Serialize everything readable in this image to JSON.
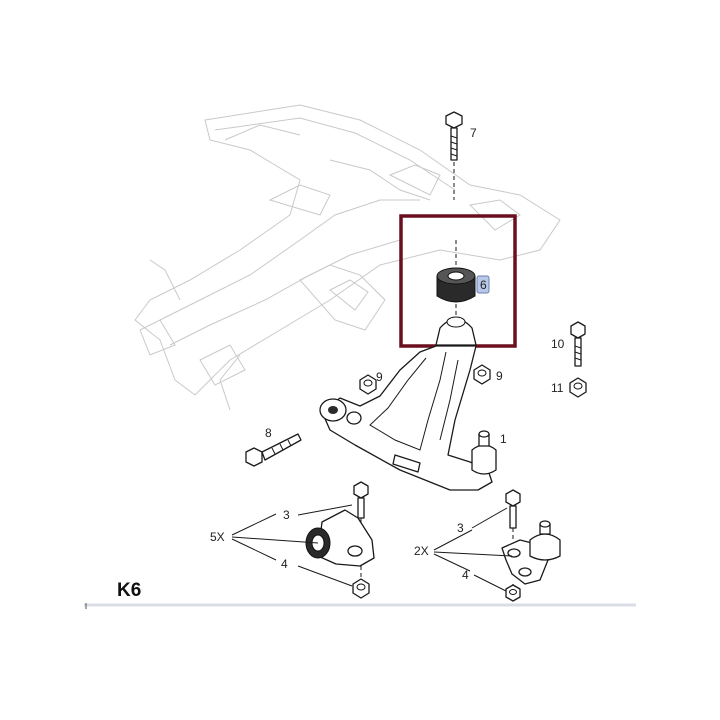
{
  "diagram": {
    "callouts": [
      {
        "id": "c7",
        "text": "7"
      },
      {
        "id": "c6",
        "text": "6"
      },
      {
        "id": "c10",
        "text": "10"
      },
      {
        "id": "c11",
        "text": "11"
      },
      {
        "id": "c9a",
        "text": "9"
      },
      {
        "id": "c9b",
        "text": "9"
      },
      {
        "id": "c1",
        "text": "1"
      },
      {
        "id": "c8",
        "text": "8"
      },
      {
        "id": "c3a",
        "text": "3"
      },
      {
        "id": "c5x",
        "text": "5X"
      },
      {
        "id": "c4a",
        "text": "4"
      },
      {
        "id": "c3b",
        "text": "3"
      },
      {
        "id": "c2x",
        "text": "2X"
      },
      {
        "id": "c4b",
        "text": "4"
      }
    ],
    "section_code": "K6",
    "highlight_color": "#6b0f1f",
    "selected_badge_color": "#b9c8e8"
  }
}
